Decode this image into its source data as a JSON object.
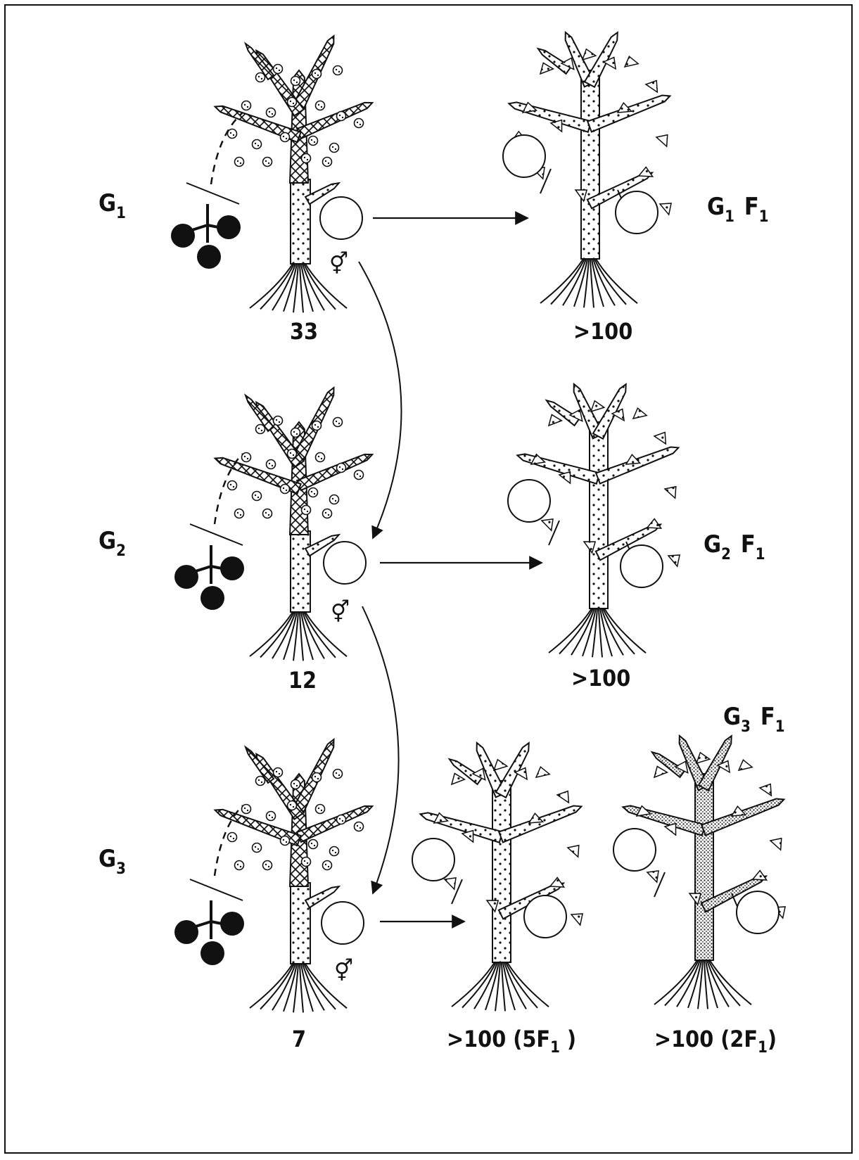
{
  "generations": [
    {
      "label": "G",
      "sub": "1",
      "parent_count": "33",
      "offspring_label": "G",
      "offspring_sub": "1",
      "offspring_suffix": "F",
      "offspring_suffix_sub": "1",
      "offspring_counts": [
        ">100"
      ]
    },
    {
      "label": "G",
      "sub": "2",
      "parent_count": "12",
      "offspring_label": "G",
      "offspring_sub": "2",
      "offspring_suffix": "F",
      "offspring_suffix_sub": "1",
      "offspring_counts": [
        ">100"
      ]
    },
    {
      "label": "G",
      "sub": "3",
      "parent_count": "7",
      "offspring_label": "G",
      "offspring_sub": "3",
      "offspring_suffix": "F",
      "offspring_suffix_sub": "1",
      "offspring_counts": [
        ">100 (5F",
        ">100 (2F"
      ],
      "offspring_count_subs": [
        "1",
        "1"
      ],
      "offspring_count_close": [
        " )",
        ")"
      ]
    }
  ],
  "hybrid_symbol": "⚥",
  "colors": {
    "ink": "#111111",
    "paper": "#ffffff"
  }
}
